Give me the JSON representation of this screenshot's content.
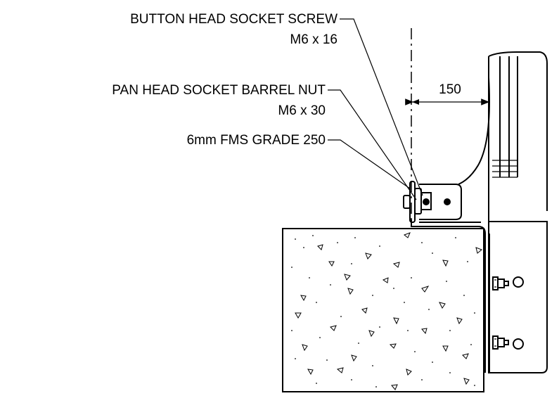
{
  "labels": {
    "button_head_screw": "BUTTON HEAD SOCKET SCREW",
    "button_head_screw_size": "M6 x 16",
    "barrel_nut": "PAN HEAD SOCKET BARREL NUT",
    "barrel_nut_size": "M6 x 30",
    "plate": "6mm FMS GRADE 250"
  },
  "dimension": {
    "value": "150"
  }
}
